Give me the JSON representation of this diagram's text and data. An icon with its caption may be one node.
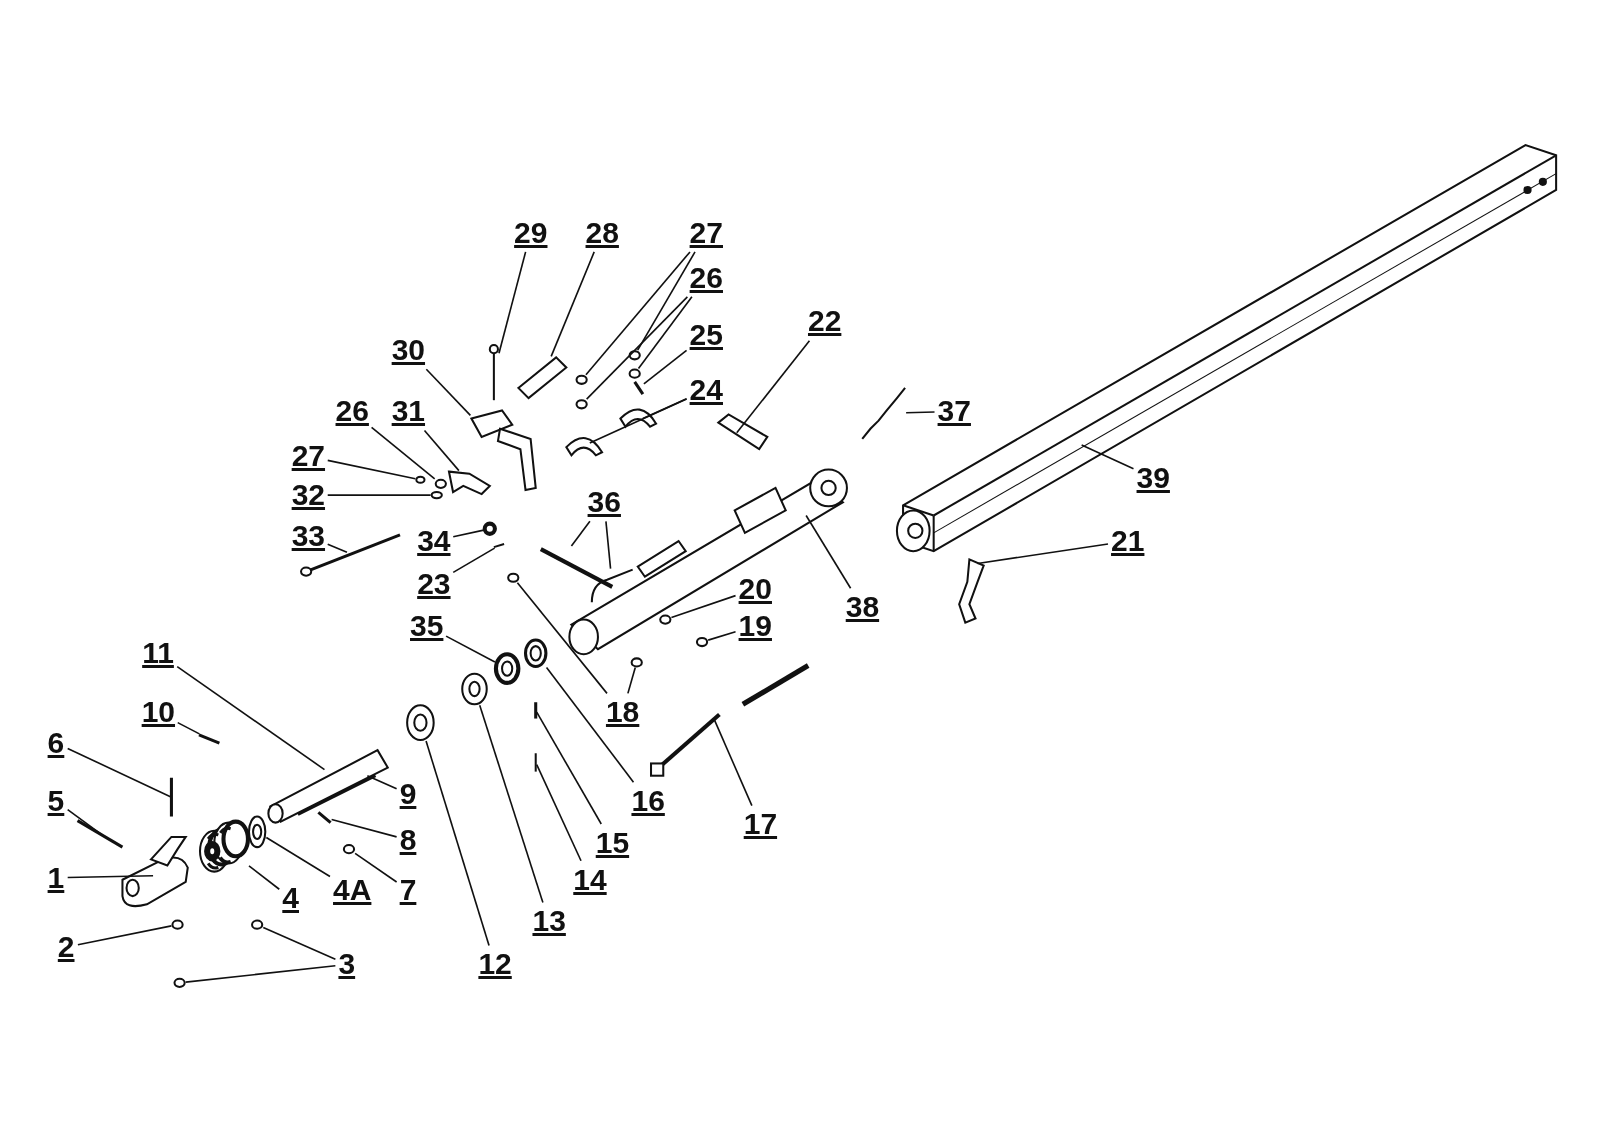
{
  "diagram": {
    "nodes": [
      {
        "text": [
          "29"
        ]
      },
      {
        "text": [
          "28"
        ]
      },
      {
        "text": [
          "27"
        ]
      },
      {
        "text": [
          "26"
        ]
      },
      {
        "text": [
          "22"
        ]
      },
      {
        "text": [
          "25"
        ]
      },
      {
        "text": [
          "30"
        ]
      },
      {
        "text": [
          "24"
        ]
      },
      {
        "text": [
          "37"
        ]
      },
      {
        "text": [
          "26"
        ]
      },
      {
        "text": [
          "31"
        ]
      },
      {
        "text": [
          "27"
        ]
      },
      {
        "text": [
          "39"
        ]
      },
      {
        "text": [
          "32"
        ]
      },
      {
        "text": [
          "36"
        ]
      },
      {
        "text": [
          "33"
        ]
      },
      {
        "text": [
          "34"
        ]
      },
      {
        "text": [
          "21"
        ]
      },
      {
        "text": [
          "23"
        ]
      },
      {
        "text": [
          "20"
        ]
      },
      {
        "text": [
          "38"
        ]
      },
      {
        "text": [
          "19"
        ]
      },
      {
        "text": [
          "35"
        ]
      },
      {
        "text": [
          "11"
        ]
      },
      {
        "text": [
          "18"
        ]
      },
      {
        "text": [
          "10"
        ]
      },
      {
        "text": [
          "6"
        ]
      },
      {
        "text": [
          "9"
        ]
      },
      {
        "text": [
          "5"
        ]
      },
      {
        "text": [
          "16"
        ]
      },
      {
        "text": [
          "8"
        ]
      },
      {
        "text": [
          "17"
        ]
      },
      {
        "text": [
          "15"
        ]
      },
      {
        "text": [
          "1"
        ]
      },
      {
        "text": [
          "4A"
        ]
      },
      {
        "text": [
          "7"
        ]
      },
      {
        "text": [
          "4"
        ]
      },
      {
        "text": [
          "14"
        ]
      },
      {
        "text": [
          "13"
        ]
      },
      {
        "text": [
          "2"
        ]
      },
      {
        "text": [
          "12"
        ]
      },
      {
        "text": [
          "3"
        ]
      },
      {
        "text": [],
        "shape": "picture"
      },
      {
        "text": [],
        "shape": "picture"
      },
      {
        "text": [],
        "shape": "circle"
      },
      {
        "text": [],
        "shape": "circle"
      },
      {
        "text": [],
        "shape": "circle"
      },
      {
        "text": [],
        "shape": "circle"
      },
      {
        "text": [],
        "shape": "picture"
      },
      {
        "text": [],
        "shape": "picture"
      },
      {
        "text": [],
        "shape": "picture"
      },
      {
        "text": [],
        "shape": "picture"
      },
      {
        "text": [],
        "shape": "picture"
      },
      {
        "text": [],
        "shape": "picture"
      },
      {
        "text": [],
        "shape": "circle"
      },
      {
        "text": [],
        "shape": "picture"
      },
      {
        "text": [],
        "shape": "circle"
      },
      {
        "text": [],
        "shape": "picture"
      },
      {
        "text": [],
        "shape": "circle"
      },
      {
        "text": [],
        "shape": "picture"
      },
      {
        "text": [],
        "shape": "picture"
      },
      {
        "text": [],
        "shape": "picture"
      },
      {
        "text": [],
        "shape": "circle"
      },
      {
        "text": [],
        "shape": "picture"
      },
      {
        "text": [],
        "shape": "picture"
      },
      {
        "text": [],
        "shape": "circle"
      },
      {
        "text": [],
        "shape": "picture"
      },
      {
        "text": [],
        "shape": "circle"
      },
      {
        "text": [],
        "shape": "circle"
      },
      {
        "text": [],
        "shape": "picture"
      },
      {
        "text": [],
        "shape": "circle"
      },
      {
        "text": [],
        "shape": "circle"
      },
      {
        "text": [],
        "shape": "picture"
      },
      {
        "text": [],
        "shape": "picture"
      },
      {
        "text": [],
        "shape": "picture"
      },
      {
        "text": [],
        "shape": "picture"
      },
      {
        "text": [],
        "shape": "circle"
      },
      {
        "text": [],
        "shape": "picture"
      },
      {
        "text": [],
        "shape": "picture"
      },
      {
        "text": [],
        "shape": "picture"
      },
      {
        "text": [],
        "shape": "picture"
      },
      {
        "text": [],
        "shape": "picture"
      },
      {
        "text": [],
        "shape": "circle"
      },
      {
        "text": [],
        "shape": "circle"
      },
      {
        "text": [],
        "shape": "picture"
      },
      {
        "text": [],
        "shape": "circle"
      },
      {
        "text": [],
        "shape": "circle"
      },
      {
        "text": [],
        "shape": "circle"
      },
      {
        "text": [],
        "shape": "circle"
      },
      {
        "text": [],
        "shape": "circle"
      }
    ],
    "edges": [
      {
        "from": 0,
        "to": 42,
        "arrow": "none"
      },
      {
        "from": 1,
        "to": 43,
        "arrow": "none"
      },
      {
        "from": 2,
        "to": 44,
        "arrow": "none"
      },
      {
        "from": 2,
        "to": 45,
        "arrow": "none"
      },
      {
        "from": 3,
        "to": 46,
        "arrow": "none"
      },
      {
        "from": 3,
        "to": 47,
        "arrow": "none"
      },
      {
        "from": 4,
        "to": 48,
        "arrow": "none"
      },
      {
        "from": 5,
        "to": 49,
        "arrow": "none"
      },
      {
        "from": 6,
        "to": 50,
        "arrow": "none"
      },
      {
        "from": 7,
        "to": 51,
        "arrow": "none"
      },
      {
        "from": 7,
        "to": 52,
        "arrow": "none"
      },
      {
        "from": 8,
        "to": 53,
        "arrow": "none"
      },
      {
        "from": 9,
        "to": 54,
        "arrow": "none"
      },
      {
        "from": 10,
        "to": 55,
        "arrow": "none"
      },
      {
        "from": 11,
        "to": 56,
        "arrow": "none"
      },
      {
        "from": 12,
        "to": 57,
        "arrow": "none"
      },
      {
        "from": 13,
        "to": 58,
        "arrow": "none"
      },
      {
        "from": 14,
        "to": 59,
        "arrow": "none"
      },
      {
        "from": 14,
        "to": 60,
        "arrow": "none"
      },
      {
        "from": 15,
        "to": 61,
        "arrow": "none"
      },
      {
        "from": 16,
        "to": 62,
        "arrow": "none"
      },
      {
        "from": 17,
        "to": 63,
        "arrow": "none"
      },
      {
        "from": 18,
        "to": 64,
        "arrow": "none"
      },
      {
        "from": 19,
        "to": 65,
        "arrow": "none"
      },
      {
        "from": 20,
        "to": 66,
        "arrow": "none"
      },
      {
        "from": 21,
        "to": 67,
        "arrow": "none"
      },
      {
        "from": 22,
        "to": 68,
        "arrow": "none"
      },
      {
        "from": 23,
        "to": 69,
        "arrow": "none"
      },
      {
        "from": 24,
        "to": 70,
        "arrow": "none"
      },
      {
        "from": 24,
        "to": 71,
        "arrow": "none"
      },
      {
        "from": 25,
        "to": 72,
        "arrow": "none"
      },
      {
        "from": 26,
        "to": 73,
        "arrow": "none"
      },
      {
        "from": 27,
        "to": 74,
        "arrow": "none"
      },
      {
        "from": 28,
        "to": 75,
        "arrow": "none"
      },
      {
        "from": 29,
        "to": 76,
        "arrow": "none"
      },
      {
        "from": 30,
        "to": 77,
        "arrow": "none"
      },
      {
        "from": 31,
        "to": 78,
        "arrow": "none"
      },
      {
        "from": 32,
        "to": 79,
        "arrow": "none"
      },
      {
        "from": 33,
        "to": 80,
        "arrow": "none"
      },
      {
        "from": 34,
        "to": 82,
        "arrow": "none"
      },
      {
        "from": 35,
        "to": 83,
        "arrow": "none"
      },
      {
        "from": 36,
        "to": 81,
        "arrow": "none"
      },
      {
        "from": 37,
        "to": 84,
        "arrow": "none"
      },
      {
        "from": 38,
        "to": 85,
        "arrow": "none"
      },
      {
        "from": 39,
        "to": 86,
        "arrow": "none"
      },
      {
        "from": 40,
        "to": 87,
        "arrow": "none"
      },
      {
        "from": 41,
        "to": 88,
        "arrow": "none"
      },
      {
        "from": 41,
        "to": 89,
        "arrow": "none"
      }
    ]
  }
}
